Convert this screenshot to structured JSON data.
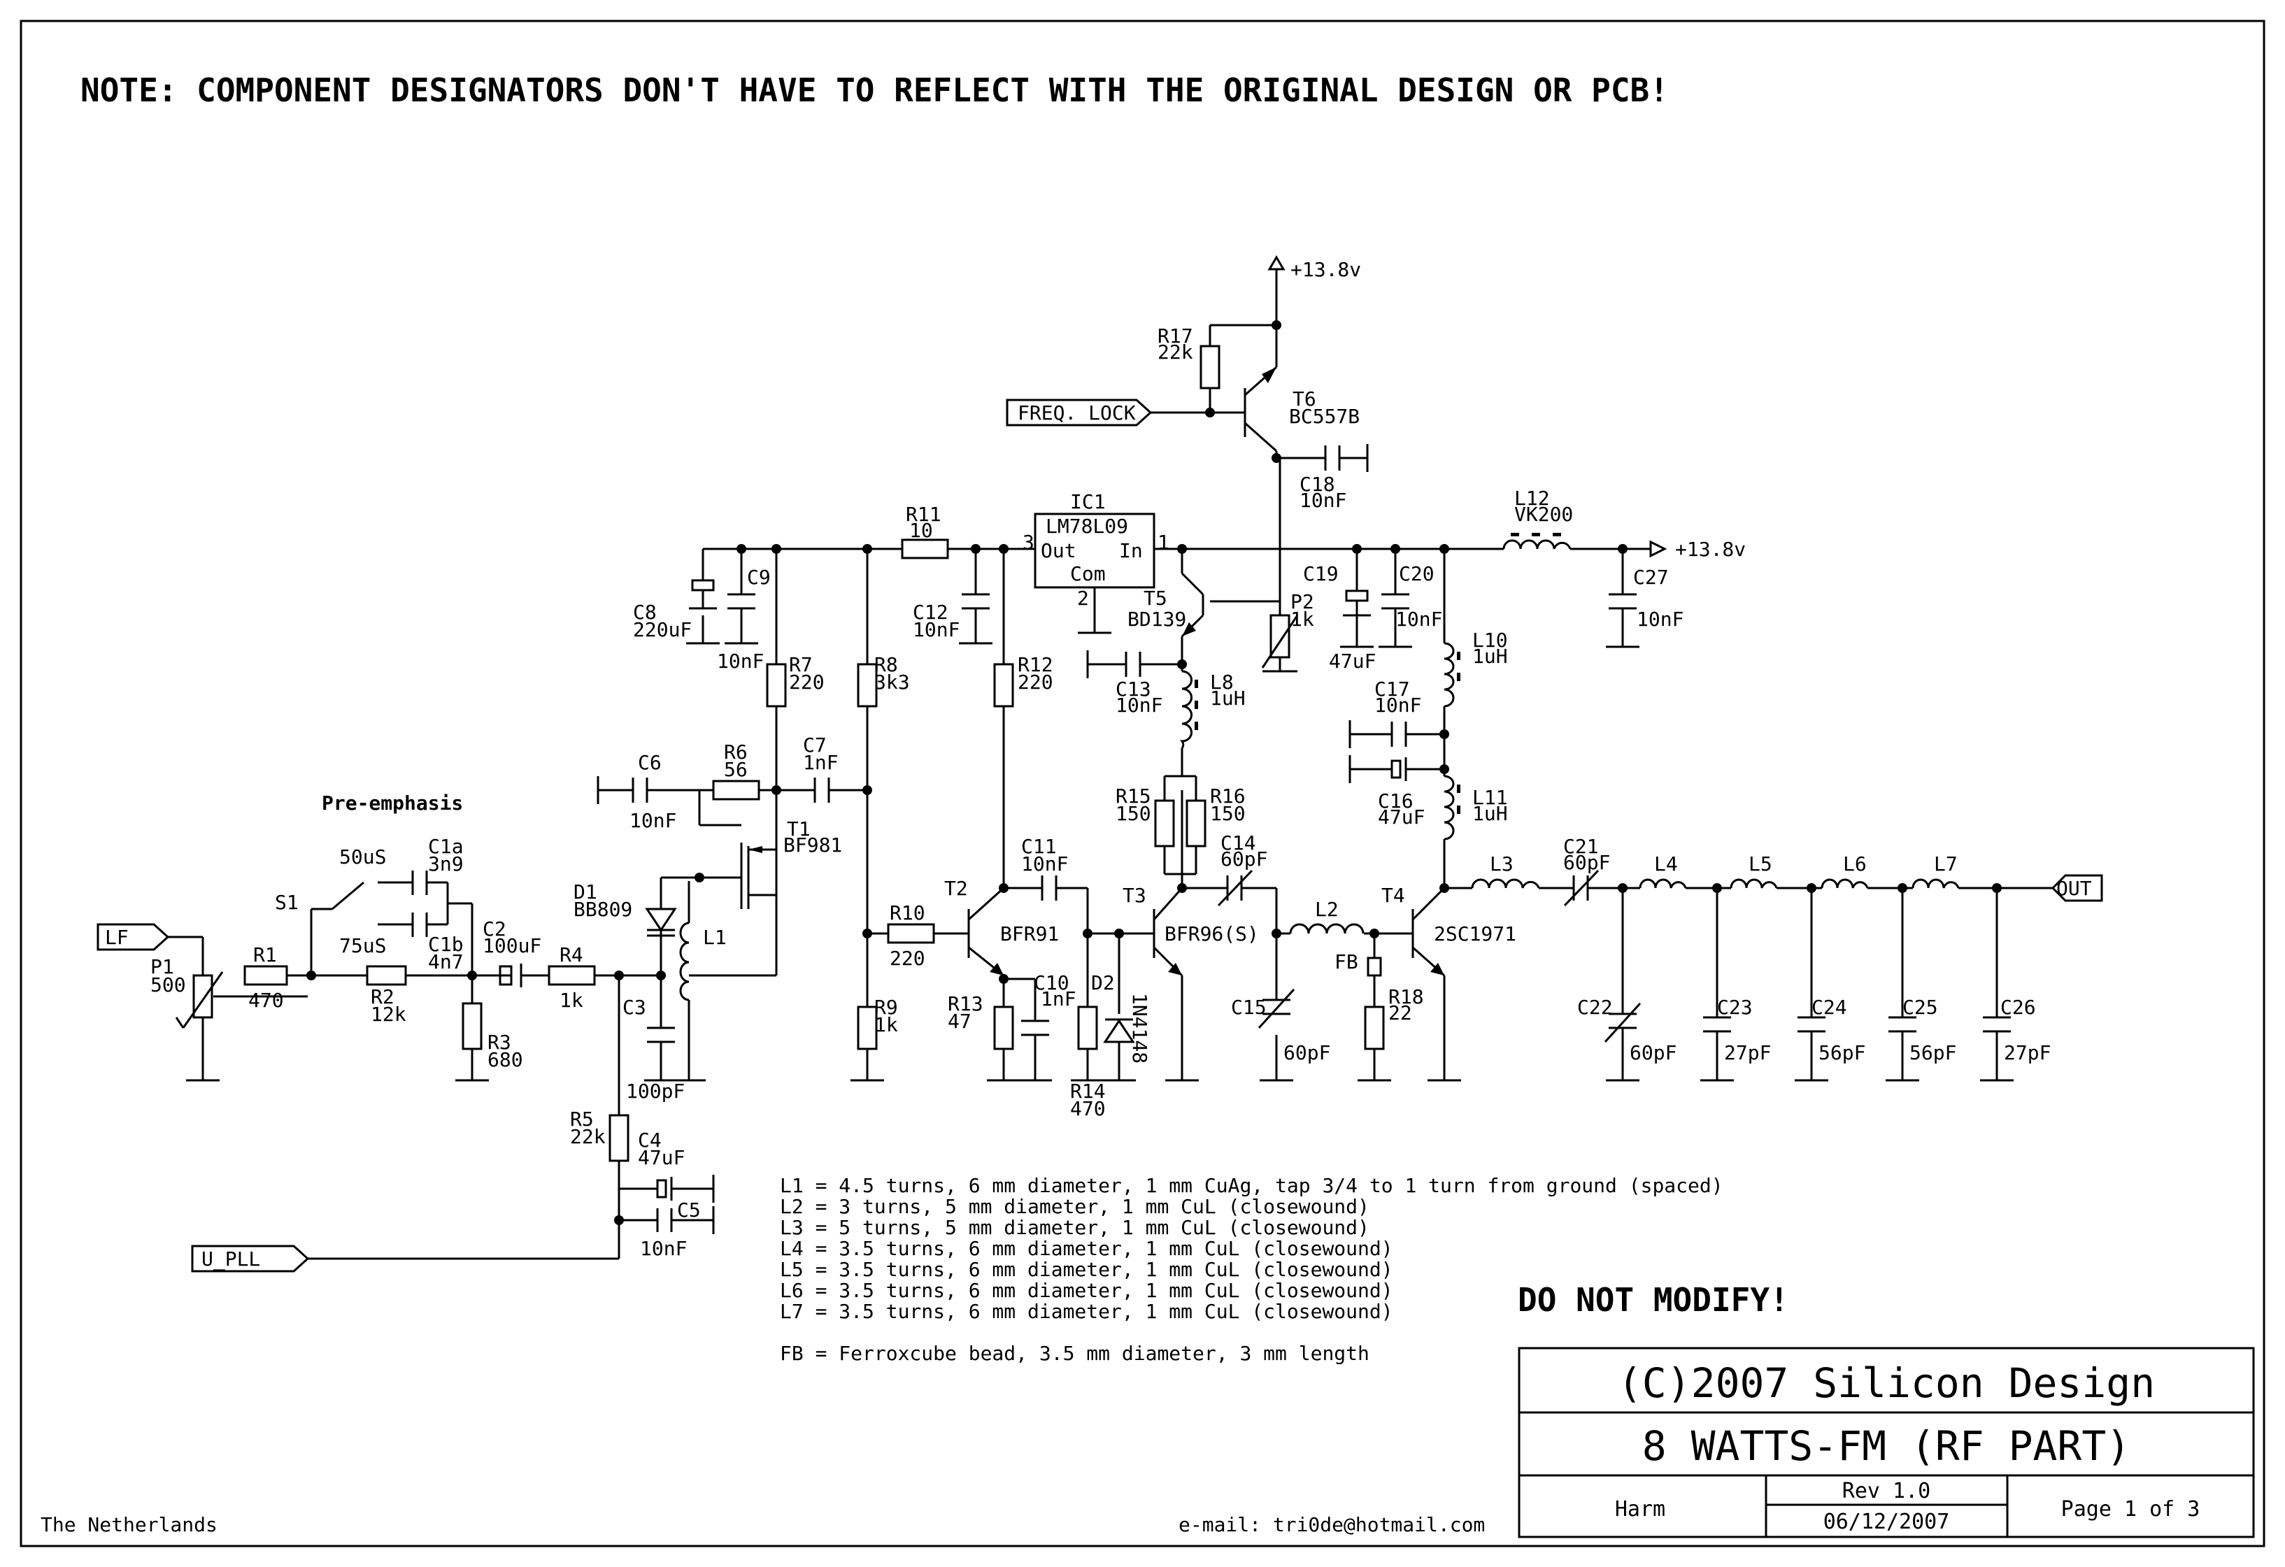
{
  "note": "NOTE: COMPONENT DESIGNATORS DON'T HAVE TO REFLECT WITH THE ORIGINAL DESIGN OR PCB!",
  "do_not_modify": "DO NOT MODIFY!",
  "ports": {
    "lf": "LF",
    "u_pll": "U_PLL",
    "freq_lock": "FREQ. LOCK",
    "out": "OUT",
    "vcc_top": "+13.8v",
    "vcc_right": "+13.8v"
  },
  "section_labels": {
    "pre_emphasis": "Pre-emphasis",
    "s1": "S1",
    "s1_a": "50uS",
    "s1_b": "75uS"
  },
  "ic1": {
    "ref": "IC1",
    "part": "LM78L09",
    "out": "Out",
    "in": "In",
    "com": "Com",
    "pin_out": "3",
    "pin_in": "1",
    "pin_com": "2"
  },
  "components": {
    "P1": {
      "ref": "P1",
      "val": "500"
    },
    "R1": {
      "ref": "R1",
      "val": "470"
    },
    "R2": {
      "ref": "R2",
      "val": "12k"
    },
    "R3": {
      "ref": "R3",
      "val": "680"
    },
    "R4": {
      "ref": "R4",
      "val": "1k"
    },
    "R5": {
      "ref": "R5",
      "val": "22k"
    },
    "R6": {
      "ref": "R6",
      "val": "56"
    },
    "R7": {
      "ref": "R7",
      "val": "220"
    },
    "R8": {
      "ref": "R8",
      "val": "3k3"
    },
    "R9": {
      "ref": "R9",
      "val": "1k"
    },
    "R10": {
      "ref": "R10",
      "val": "220"
    },
    "R11": {
      "ref": "R11",
      "val": "10"
    },
    "R12": {
      "ref": "R12",
      "val": "220"
    },
    "R13": {
      "ref": "R13",
      "val": "47"
    },
    "R14": {
      "ref": "R14",
      "val": "470"
    },
    "R15": {
      "ref": "R15",
      "val": "150"
    },
    "R16": {
      "ref": "R16",
      "val": "150"
    },
    "R17": {
      "ref": "R17",
      "val": "22k"
    },
    "R18": {
      "ref": "R18",
      "val": "22"
    },
    "P2": {
      "ref": "P2",
      "val": "1k"
    },
    "C1a": {
      "ref": "C1a",
      "val": "3n9"
    },
    "C1b": {
      "ref": "C1b",
      "val": "4n7"
    },
    "C2": {
      "ref": "C2",
      "val": "100uF"
    },
    "C3": {
      "ref": "C3",
      "val": "100pF"
    },
    "C4": {
      "ref": "C4",
      "val": "47uF"
    },
    "C5": {
      "ref": "C5",
      "val": "10nF"
    },
    "C6": {
      "ref": "C6",
      "val": "10nF"
    },
    "C7": {
      "ref": "C7",
      "val": "1nF"
    },
    "C8": {
      "ref": "C8",
      "val": "220uF"
    },
    "C9": {
      "ref": "C9",
      "val": "10nF"
    },
    "C10": {
      "ref": "C10",
      "val": "1nF"
    },
    "C11": {
      "ref": "C11",
      "val": "10nF"
    },
    "C12": {
      "ref": "C12",
      "val": "10nF"
    },
    "C13": {
      "ref": "C13",
      "val": "10nF"
    },
    "C14": {
      "ref": "C14",
      "val": "60pF"
    },
    "C15": {
      "ref": "C15",
      "val": "60pF"
    },
    "C16": {
      "ref": "C16",
      "val": "47uF"
    },
    "C17": {
      "ref": "C17",
      "val": "10nF"
    },
    "C18": {
      "ref": "C18",
      "val": "10nF"
    },
    "C19": {
      "ref": "C19",
      "val": "47uF"
    },
    "C20": {
      "ref": "C20",
      "val": "10nF"
    },
    "C21": {
      "ref": "C21",
      "val": "60pF"
    },
    "C22": {
      "ref": "C22",
      "val": "60pF"
    },
    "C23": {
      "ref": "C23",
      "val": "27pF"
    },
    "C24": {
      "ref": "C24",
      "val": "56pF"
    },
    "C25": {
      "ref": "C25",
      "val": "56pF"
    },
    "C26": {
      "ref": "C26",
      "val": "27pF"
    },
    "C27": {
      "ref": "C27",
      "val": "10nF"
    },
    "L1": {
      "ref": "L1",
      "val": ""
    },
    "L2": {
      "ref": "L2",
      "val": ""
    },
    "L3": {
      "ref": "L3",
      "val": ""
    },
    "L4": {
      "ref": "L4",
      "val": ""
    },
    "L5": {
      "ref": "L5",
      "val": ""
    },
    "L6": {
      "ref": "L6",
      "val": ""
    },
    "L7": {
      "ref": "L7",
      "val": ""
    },
    "L8": {
      "ref": "L8",
      "val": "1uH"
    },
    "L10": {
      "ref": "L10",
      "val": "1uH"
    },
    "L11": {
      "ref": "L11",
      "val": "1uH"
    },
    "L12": {
      "ref": "L12",
      "val": "VK200"
    },
    "FB": {
      "ref": "FB",
      "val": ""
    },
    "D1": {
      "ref": "D1",
      "val": "BB809"
    },
    "D2": {
      "ref": "D2",
      "val": "1N4148"
    },
    "T1": {
      "ref": "T1",
      "val": "BF981"
    },
    "T2": {
      "ref": "T2",
      "val": "BFR91"
    },
    "T3": {
      "ref": "T3",
      "val": "BFR96(S)"
    },
    "T4": {
      "ref": "T4",
      "val": "2SC1971"
    },
    "T5": {
      "ref": "T5",
      "val": "BD139"
    },
    "T6": {
      "ref": "T6",
      "val": "BC557B"
    }
  },
  "coil_notes": [
    "L1 = 4.5 turns, 6 mm diameter, 1 mm CuAg, tap 3/4 to 1 turn from ground (spaced)",
    "L2 = 3 turns, 5 mm diameter, 1 mm CuL (closewound)",
    "L3 = 5 turns, 5 mm diameter, 1 mm CuL (closewound)",
    "L4 = 3.5 turns, 6 mm diameter, 1 mm CuL (closewound)",
    "L5 = 3.5 turns, 6 mm diameter, 1 mm CuL (closewound)",
    "L6 = 3.5 turns, 6 mm diameter, 1 mm CuL (closewound)",
    "L7 = 3.5 turns, 6 mm diameter, 1 mm CuL (closewound)"
  ],
  "fb_note": "FB = Ferroxcube bead, 3.5 mm diameter, 3 mm length",
  "footer": {
    "country": "The Netherlands",
    "email": "e-mail: tri0de@hotmail.com"
  },
  "title_block": {
    "copyright": "(C)2007 Silicon Design",
    "title": "8 WATTS-FM (RF PART)",
    "author": "Harm",
    "rev": "Rev 1.0",
    "date": "06/12/2007",
    "page": "Page 1 of 3"
  }
}
